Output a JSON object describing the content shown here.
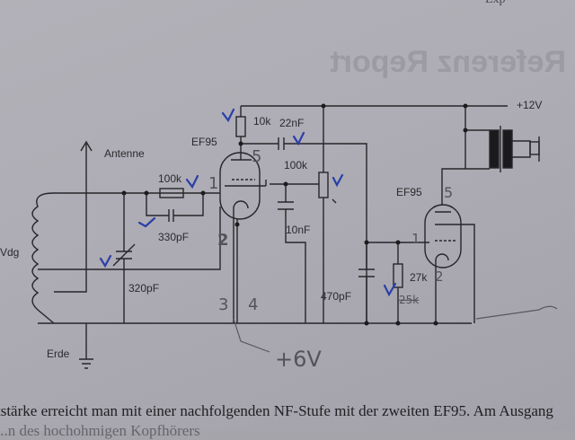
{
  "page": {
    "top_fragment": "Exp",
    "ghost_heading": "Referenz Report",
    "caption_line1": "tstärke erreicht man mit einer nachfolgenden NF-Stufe mit der zweiten EF95. Am Ausgang",
    "caption_line2": "...n des hochohmigen Kopfhörers"
  },
  "schematic": {
    "supply_label": "+12V",
    "antenna_label": "Antenne",
    "coil_label": "Vdg",
    "ground_label": "Erde",
    "tube1_label": "EF95",
    "tube2_label": "EF95",
    "components": {
      "r_grid": "100k",
      "c_grid": "330pF",
      "c_tune": "320pF",
      "r_anode": "10k",
      "c_coupling": "22nF",
      "pot": "100k",
      "c_screen": "10nF",
      "c_out": "470pF",
      "r_grid2": "27k"
    },
    "handwritten": {
      "pin1_tube1": "1",
      "pin2_tube1": "2",
      "pin5_tube1": "5",
      "pin3": "3",
      "pin4": "4",
      "heater_supply": "+6V",
      "pin1_tube2": "1",
      "pin2_tube2": "2",
      "pin5_tube2": "5",
      "crossed_value": "25k"
    },
    "checkmark_color": "#2a3fa8"
  }
}
